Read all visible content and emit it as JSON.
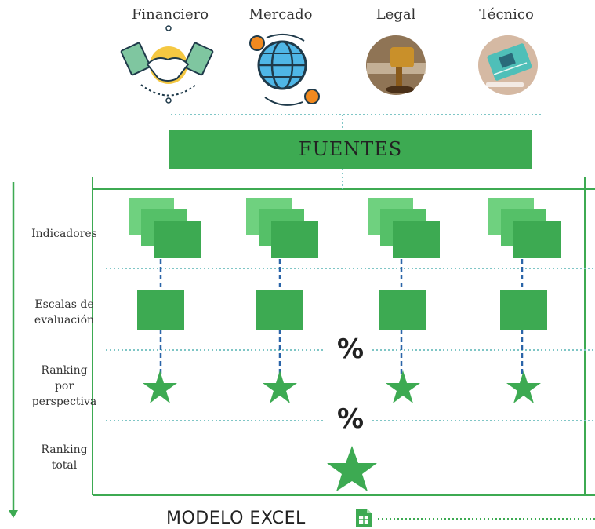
{
  "sources": [
    {
      "label": "Financiero",
      "icon": "handshake-icon"
    },
    {
      "label": "Mercado",
      "icon": "globe-icon"
    },
    {
      "label": "Legal",
      "icon": "gavel-photo"
    },
    {
      "label": "Técnico",
      "icon": "circuit-board-photo"
    }
  ],
  "fuentes_label": "FUENTES",
  "rows": {
    "indicadores": "Indicadores",
    "escalas_line1": "Escalas de",
    "escalas_line2": "evaluación",
    "ranking_line1": "Ranking",
    "ranking_line2": "por",
    "ranking_line3": "perspectiva",
    "total_line1": "Ranking",
    "total_line2": "total"
  },
  "percent_1": "%",
  "percent_2": "%",
  "modelo_label": "MODELO EXCEL",
  "colors": {
    "green": "#3daa52",
    "light_green": "#6fd17f",
    "dotted_teal": "#7fc6c6",
    "dashed_blue": "#2a64a8"
  }
}
